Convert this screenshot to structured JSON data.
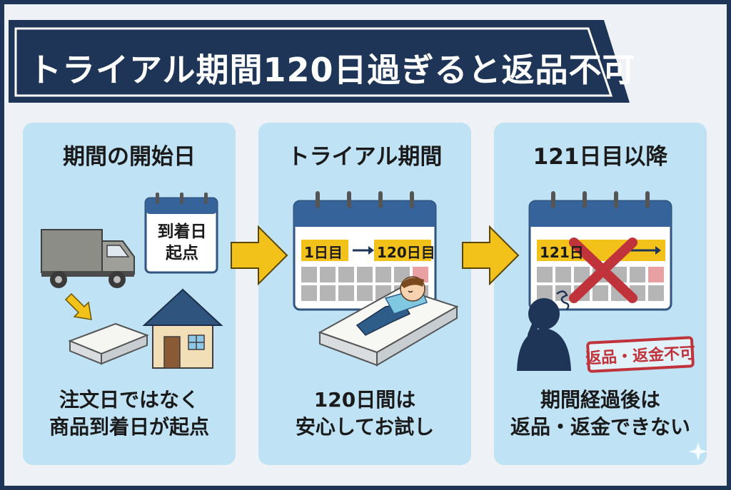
{
  "title": "トライアル期間120日過ぎると返品不可",
  "panels": [
    {
      "title": "期間の開始日",
      "calendar_label": [
        "到着日",
        "起点"
      ],
      "caption": [
        "注文日ではなく",
        "商品到着日が起点"
      ]
    },
    {
      "title": "トライアル期間",
      "calendar_range": {
        "start": "1日目",
        "end": "120日目"
      },
      "caption": [
        "120日間は",
        "安心してお試し"
      ]
    },
    {
      "title": "121日目以降",
      "calendar_start": "121日",
      "stamp": "返品・返金不可",
      "caption": [
        "期間経過後は",
        "返品・返金できない"
      ]
    }
  ],
  "icons": [
    "truck-icon",
    "mattress-icon",
    "house-icon",
    "calendar-icon",
    "sleeping-person-icon",
    "x-mark-icon",
    "troubled-person-icon",
    "arrow-right-icon"
  ],
  "colors": {
    "navy": "#1e3557",
    "panel": "#bfe3f5",
    "accent_yellow": "#f2c21b",
    "calendar_blue": "#35639a",
    "red": "#c0333b"
  }
}
